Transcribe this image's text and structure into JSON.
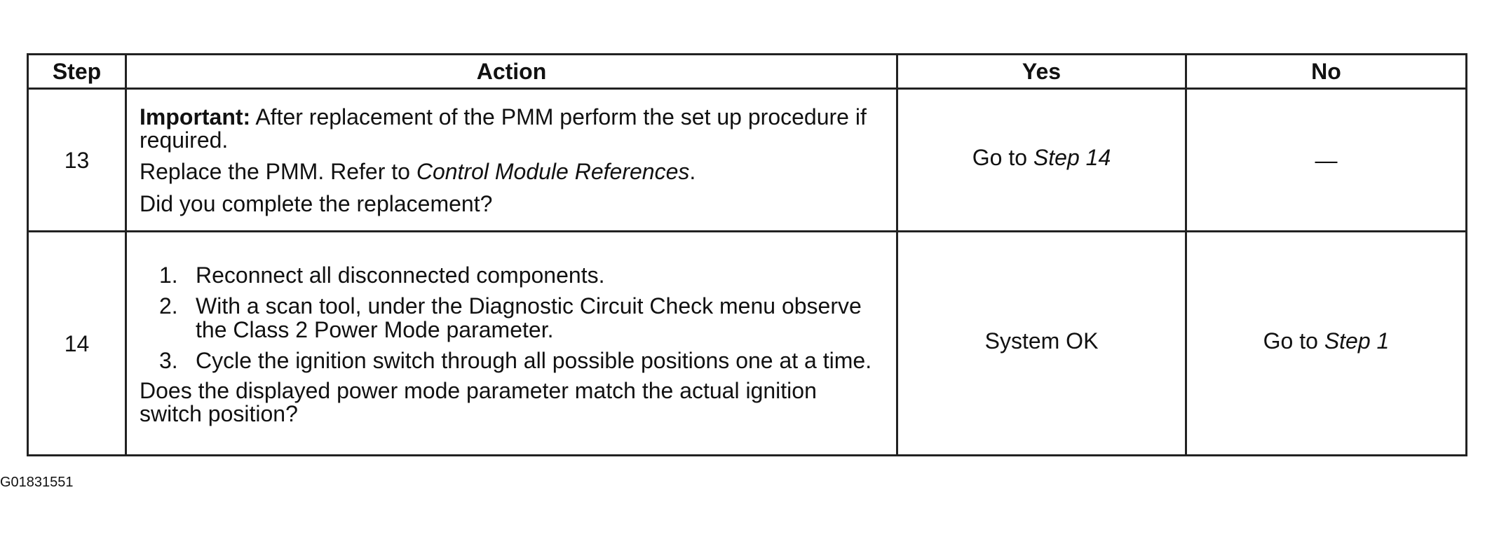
{
  "table": {
    "headers": {
      "step": "Step",
      "action": "Action",
      "yes": "Yes",
      "no": "No"
    },
    "rows": [
      {
        "step": "13",
        "important_label": "Important:",
        "important_text": " After replacement of the PMM perform the set up procedure if required.",
        "replace_text": "Replace the PMM. Refer to ",
        "replace_ref": "Control Module References",
        "replace_end": ".",
        "question": "Did you complete the replacement?",
        "yes_prefix": "Go to ",
        "yes_ref": "Step 14",
        "no_value": "—"
      },
      {
        "step": "14",
        "items": [
          {
            "num": "1.",
            "text": "Reconnect all disconnected components."
          },
          {
            "num": "2.",
            "text": "With a scan tool, under the Diagnostic Circuit Check menu observe the Class 2 Power Mode parameter."
          },
          {
            "num": "3.",
            "text": "Cycle the ignition switch through all possible positions one at a time."
          }
        ],
        "question": "Does the displayed power mode parameter match the actual ignition switch position?",
        "yes_value": "System OK",
        "no_prefix": "Go to ",
        "no_ref": "Step 1"
      }
    ]
  },
  "figure_id": "G01831551"
}
